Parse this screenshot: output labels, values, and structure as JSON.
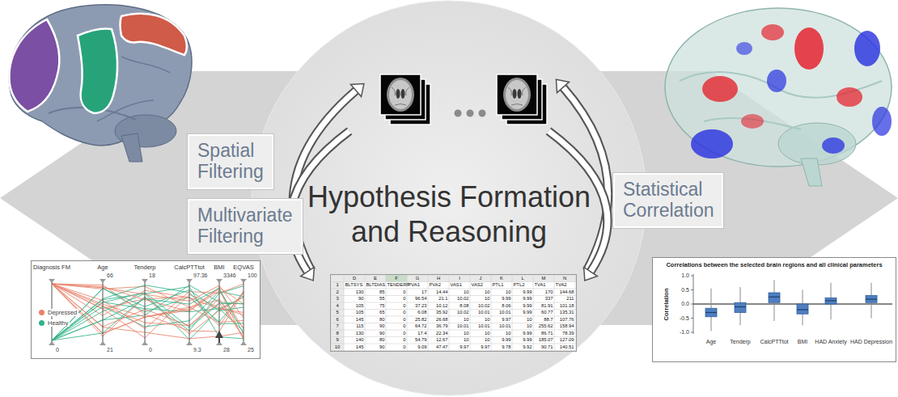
{
  "diagram": {
    "nodes": [
      {
        "text": [
          "Spatial Filtering"
        ]
      },
      {
        "text": [
          "Multivariate Filtering"
        ]
      },
      {
        "text": [
          "Hypothesis Formation and Reasoning"
        ]
      },
      {
        "text": [
          "Statistical Correlation"
        ]
      },
      {
        "text": [
          "Diagnosis FM",
          "Age",
          "Tenderp",
          "CalcPTTtot",
          "BMI",
          "EQVAS",
          "66",
          "18",
          "97.36",
          "3346",
          "100",
          "0",
          "21",
          "0",
          "9.3",
          "28",
          "25"
        ]
      },
      {
        "text": [
          "D",
          "E",
          "F",
          "G",
          "H",
          "I",
          "J",
          "K",
          "L",
          "M",
          "N",
          "1",
          "BLTSYS",
          "BLTDIAS",
          "TENDERP",
          "PVA1",
          "PVA2",
          "VAS1",
          "VAS2",
          "PTL1",
          "PTL2",
          "TVA1",
          "TVA2",
          "2",
          "130",
          "85",
          "0",
          "17",
          "14.44",
          "10",
          "10",
          "10",
          "9.99",
          "170",
          "144.68",
          "3",
          "90",
          "55",
          "0",
          "96.54",
          "21.1",
          "10.02",
          "10",
          "9.99",
          "9.99",
          "337",
          "211",
          "4",
          "105",
          "75",
          "0",
          "37.23",
          "10.12",
          "8.08",
          "10.02",
          "8.06",
          "9.99",
          "81.91",
          "101.18",
          "5",
          "105",
          "65",
          "0",
          "6.08",
          "35.92",
          "10.02",
          "10.01",
          "10.01",
          "9.99",
          "60.77",
          "135.31",
          "6",
          "145",
          "80",
          "0",
          "25.82",
          "26.68",
          "10",
          "10",
          "9.97",
          "10",
          "88.7",
          "107.76",
          "7",
          "115",
          "90",
          "0",
          "64.72",
          "36.79",
          "10.01",
          "10.01",
          "10.01",
          "10",
          "255.62",
          "158.94",
          "8",
          "130",
          "90",
          "0",
          "17.4",
          "22.34",
          "10",
          "10",
          "10",
          "9.99",
          "86.71",
          "78.39",
          "9",
          "140",
          "80",
          "0",
          "54.79",
          "12.67",
          "10",
          "10",
          "9.99",
          "9.99",
          "185.07",
          "127.09",
          "10",
          "145",
          "90",
          "0",
          "9.09",
          "47.47",
          "9.97",
          "9.97",
          "9.78",
          "9.92",
          "90.71",
          "140.51"
        ]
      },
      {
        "text": [
          "Correlations between the selected brain regions and all clinical parameters",
          "Correlation",
          "1.0",
          "0.5",
          "0.0",
          "-0.5",
          "-1.0",
          "Age",
          "Tenderp",
          "CalcPTTtot",
          "BMI",
          "HAD Anxiety",
          "HAD Depression"
        ]
      }
    ],
    "legend": [
      {
        "text": "Depressed",
        "color": "#e8826a"
      },
      {
        "text": "Healthy",
        "color": "#31b38a"
      }
    ]
  }
}
